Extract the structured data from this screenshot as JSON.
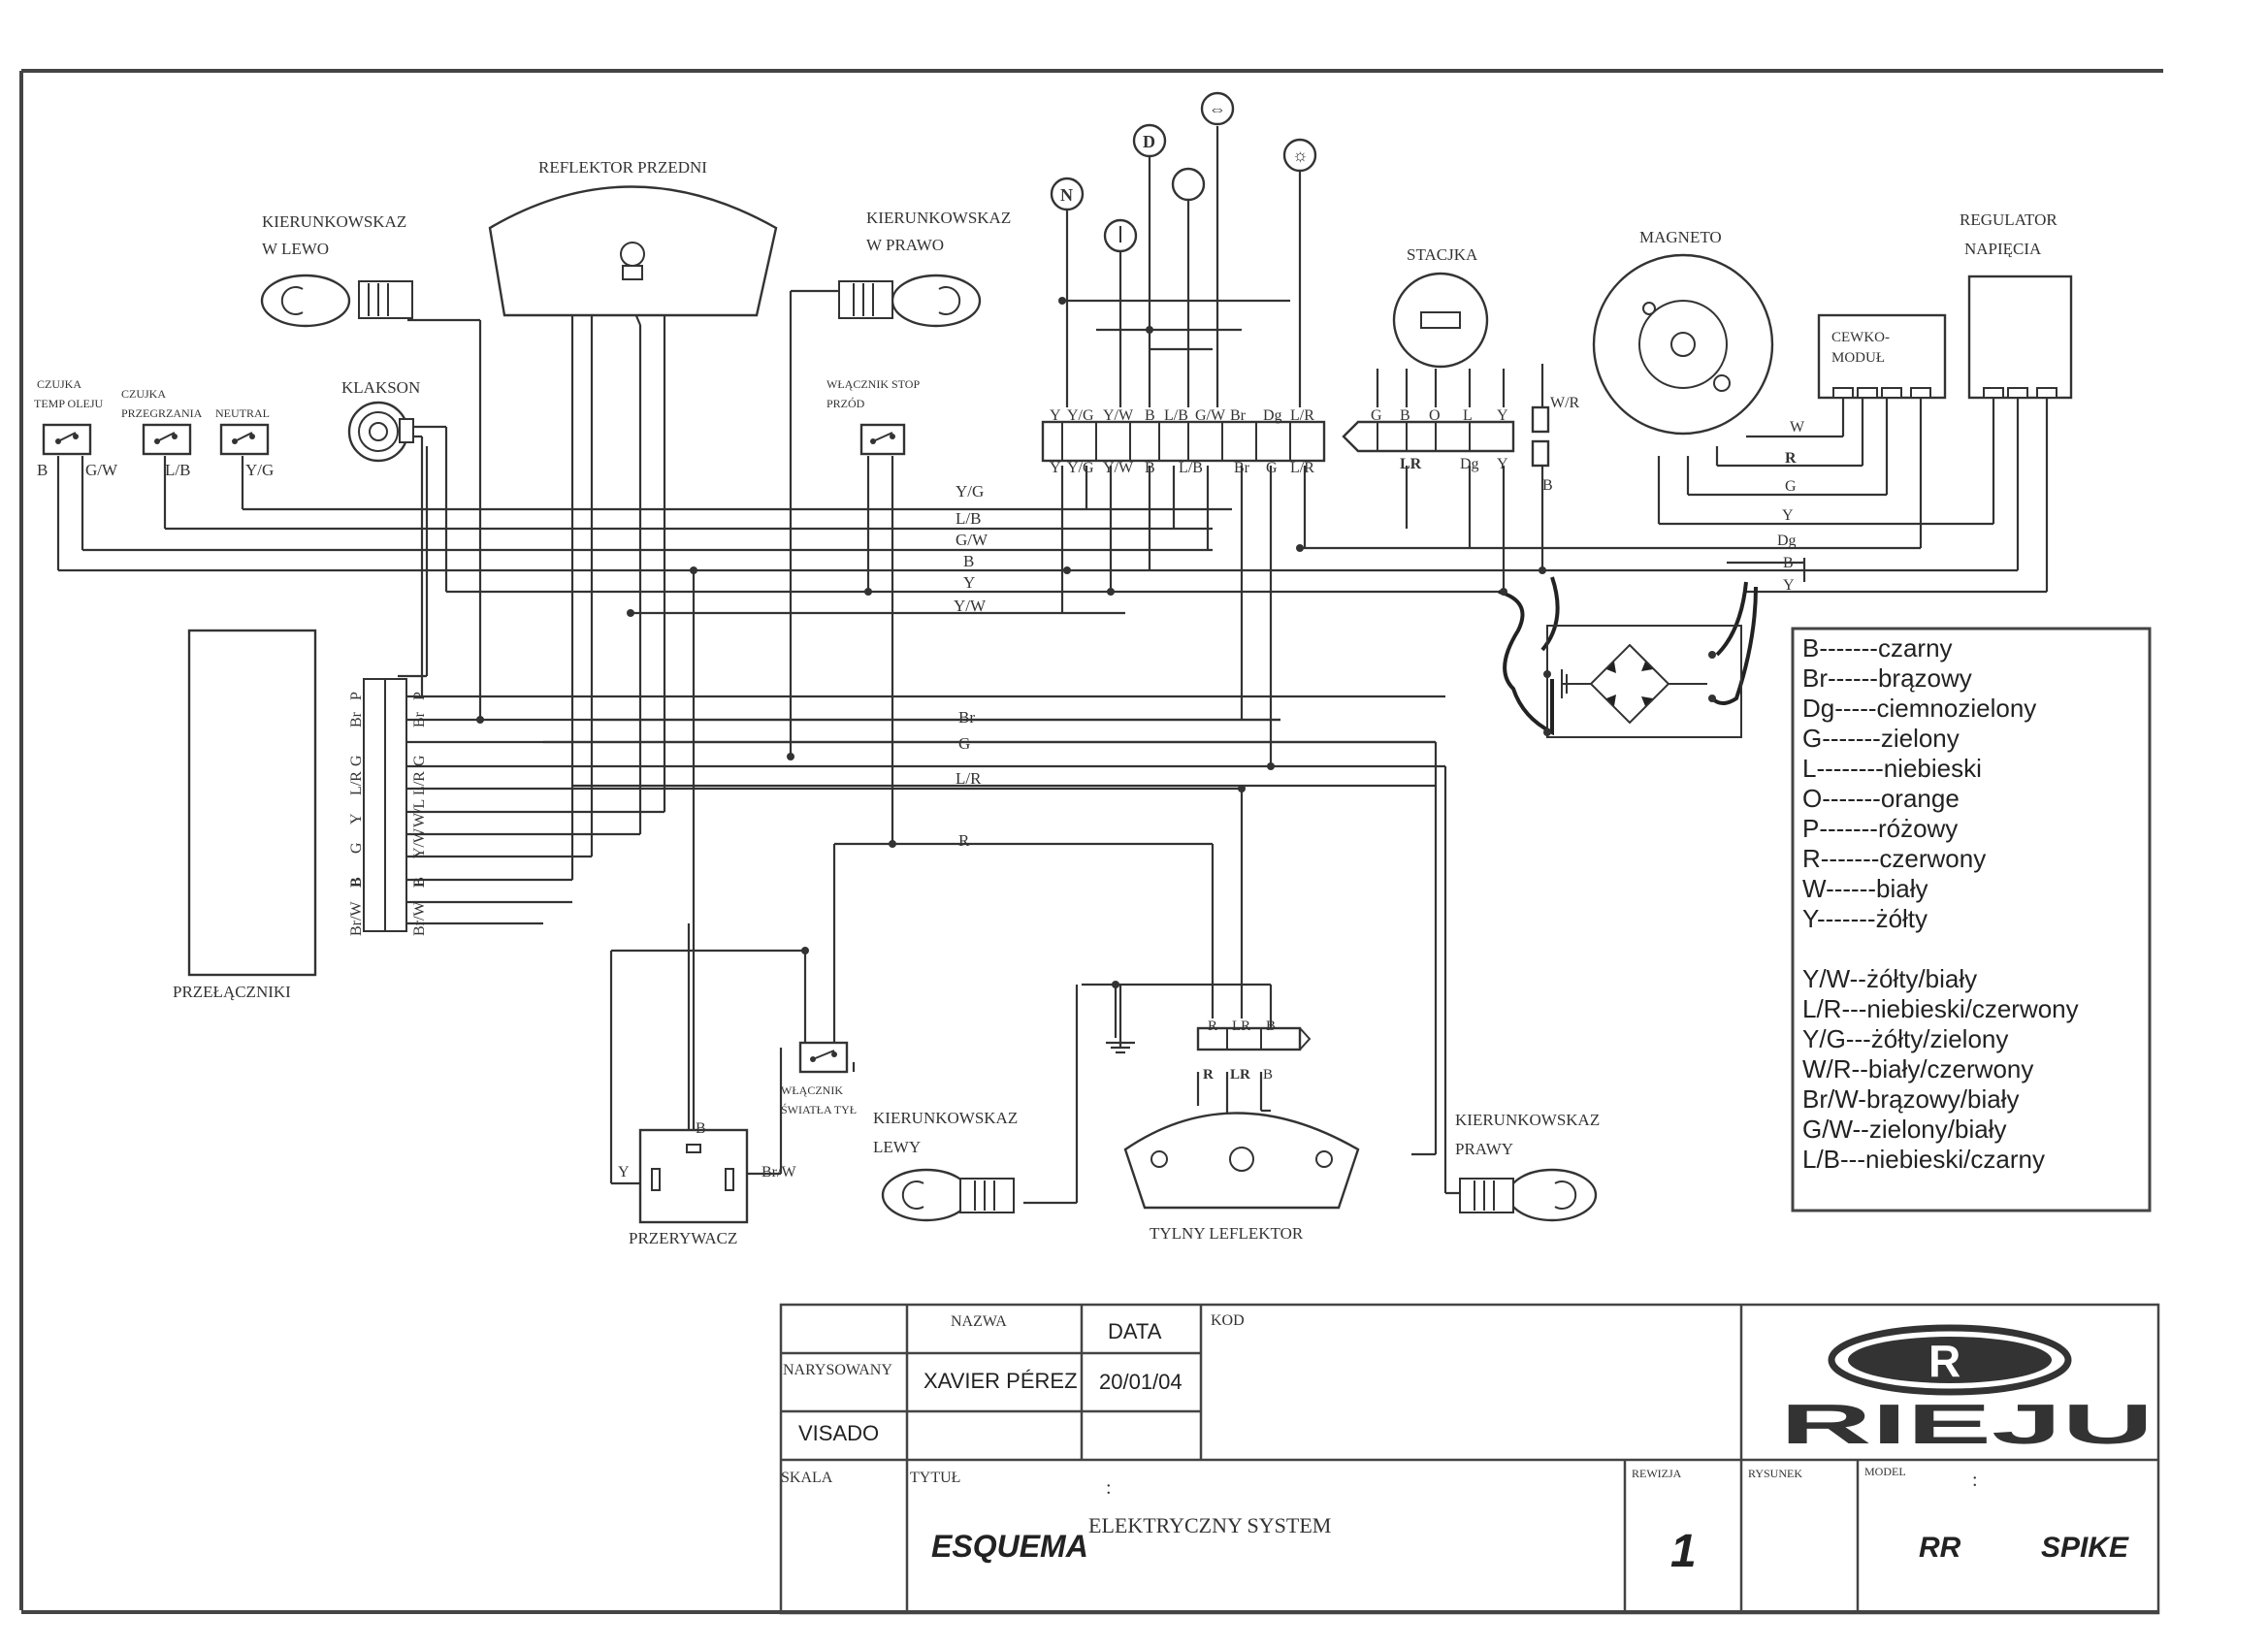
{
  "components": {
    "turn_left_front": [
      "KIERUNKOWSKAZ",
      "W LEWO"
    ],
    "headlight": "REFLEKTOR PRZEDNI",
    "turn_right_front": [
      "KIERUNKOWSKAZ",
      "W PRAWO"
    ],
    "oil_sensor": [
      "CZUJKA",
      "TEMP OLEJU"
    ],
    "overheat_sensor": [
      "CZUJKA",
      "PRZEGRZANIA"
    ],
    "neutral_sensor": "NEUTRAL",
    "horn": "KLAKSON",
    "front_stop_switch": [
      "WŁĄCZNIK STOP",
      "PRZÓD"
    ],
    "ignition": "STACJKA",
    "magneto": "MAGNETO",
    "coil_module": [
      "CEWKO-",
      "MODUŁ"
    ],
    "regulator": [
      "REGULATOR",
      "NAPIĘCIA"
    ],
    "switches": "PRZEŁĄCZNIKI",
    "flasher": "PRZERYWACZ",
    "rear_stop_switch": [
      "WŁĄCZNIK",
      "ŚWIATŁA TYŁ"
    ],
    "turn_left_rear": [
      "KIERUNKOWSKAZ",
      "LEWY"
    ],
    "turn_right_rear": [
      "KIERUNKOWSKAZ",
      "PRAWY"
    ],
    "rear_light": "TYLNY LEFLEKTOR",
    "indicator_icons": [
      "N",
      "D",
      "⇔",
      "☼"
    ]
  },
  "sensor_wires": [
    "B",
    "G/W",
    "L/B",
    "Y/G"
  ],
  "dash_connector": {
    "top": [
      "Y",
      "Y/G",
      "Y/W",
      "B",
      "L/B",
      "G/W",
      "Br",
      "Dg",
      "L/R"
    ],
    "bottom": [
      "Y",
      "Y/G",
      "Y/W",
      "B",
      "L/B",
      "Br",
      "G",
      "L/R"
    ]
  },
  "ignition_wires": {
    "top": [
      "G",
      "B",
      "O",
      "L",
      "Y"
    ],
    "bottom": [
      "LR",
      "Dg",
      "Y"
    ],
    "side": [
      "W/R",
      "B"
    ]
  },
  "bus_labels": [
    "Y/G",
    "L/B",
    "G/W",
    "B",
    "Y",
    "Y/W"
  ],
  "switch_pins": [
    "P",
    "Br",
    "G",
    "L/R",
    "Y",
    "G",
    "B",
    "Br/W"
  ],
  "switch_pins_right": [
    "P",
    "Br",
    "G",
    "L/R",
    "W/L",
    "Y/W",
    "B",
    "Br/W"
  ],
  "lower_bus_labels": [
    "Br",
    "G",
    "L/R",
    "R"
  ],
  "magneto_wires": [
    "W",
    "R",
    "G",
    "Y",
    "Dg",
    "B",
    "Y"
  ],
  "flasher_pins": [
    "Y",
    "B",
    "Br/W"
  ],
  "rear_connector": {
    "top": [
      "R",
      "LR",
      "B"
    ],
    "bottom": [
      "R",
      "LR",
      "B"
    ]
  },
  "legend": [
    "B-------czarny",
    "Br------brązowy",
    "Dg-----ciemnozielony",
    "G-------zielony",
    "L--------niebieski",
    "O-------orange",
    "P-------różowy",
    "R-------czerwony",
    "W------biały",
    "Y-------żółty",
    "Y/W--żółty/biały",
    "L/R---niebieski/czerwony",
    "Y/G---żółty/zielony",
    "W/R--biały/czerwony",
    "Br/W-brązowy/biały",
    "G/W--zielony/biały",
    "L/B---niebieski/czarny"
  ],
  "title_block": {
    "nazwa": "NAZWA",
    "data": "DATA",
    "kod": "KOD",
    "narysowany": "NARYSOWANY",
    "author": "XAVIER PÉREZ",
    "date": "20/01/04",
    "visado": "VISADO",
    "skala": "SKALA",
    "tytul": "TYTUŁ",
    "colon": ":",
    "title_main": "ESQUEMA",
    "title_sub": "ELEKTRYCZNY SYSTEM",
    "rewizja": "REWIZJA",
    "rysunek": "RYSUNEK",
    "model": "MODEL",
    "rev": "1",
    "model_a": "RR",
    "model_b": "SPIKE",
    "brand": "RIEJU",
    "logo_letter": "R"
  }
}
